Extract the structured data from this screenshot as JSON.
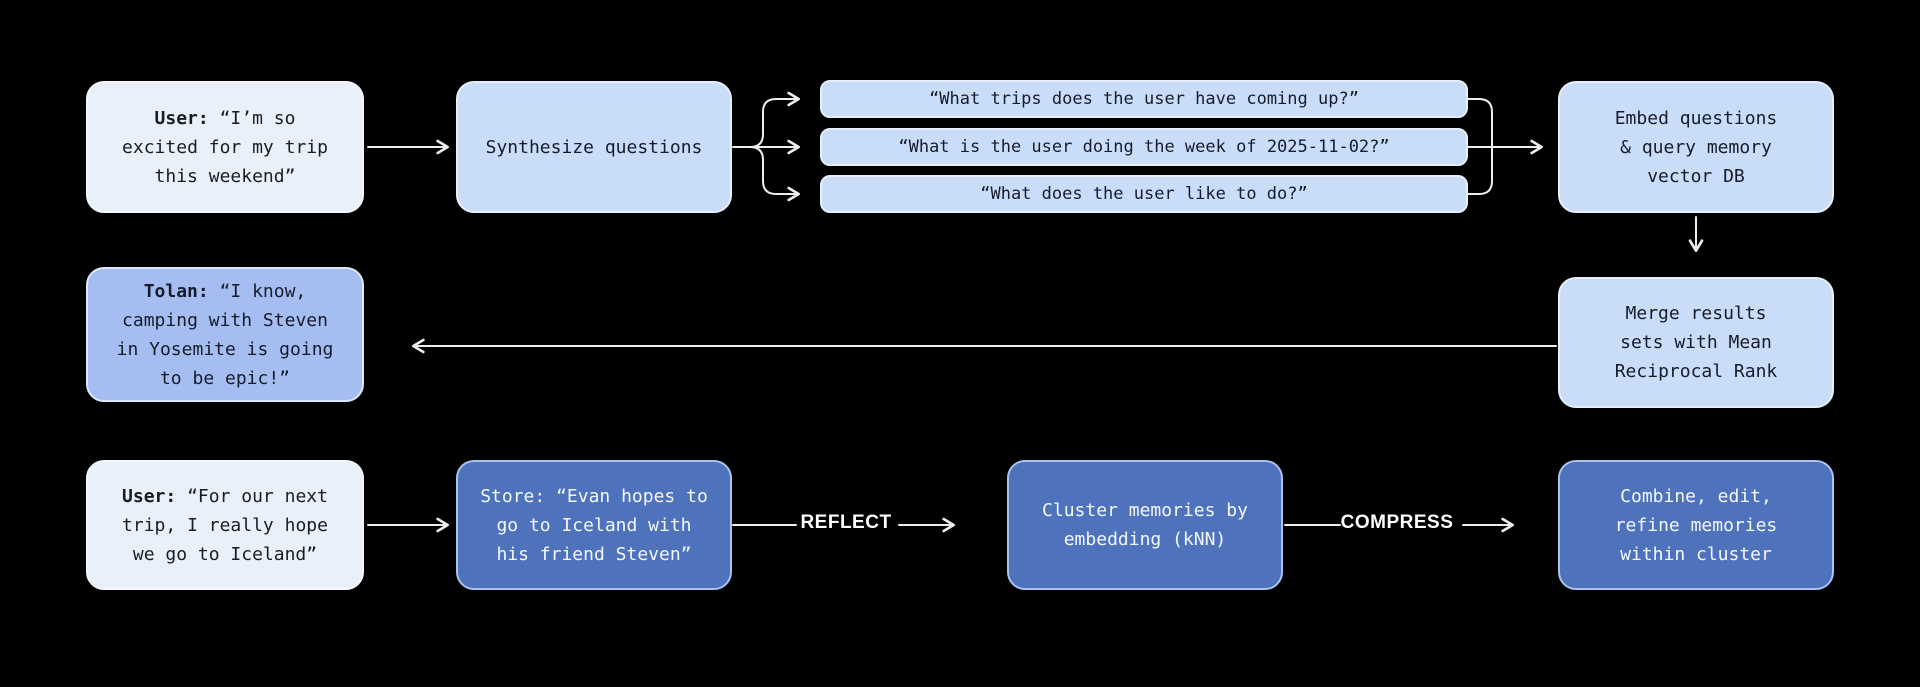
{
  "diagram": {
    "background": "#000000",
    "palette": {
      "box_light": "#e9f0fa",
      "box_blue": "#c9dcf8",
      "box_periwinkle": "#a6bdf2",
      "box_dark_blue": "#4e72bc",
      "box_dark_border": "#a9c2ef",
      "arrow": "#ededed",
      "text_dark": "#171c2b",
      "text_light": "#f4f8ff"
    },
    "nodes": {
      "user_msg_1": {
        "prefix": "User:",
        "text": " “I’m so\nexcited for my trip\nthis weekend”"
      },
      "synthesize": {
        "prefix": "",
        "text": "Synthesize questions"
      },
      "questions": [
        "“What trips does the user have coming up?”",
        "“What is the user doing the week of 2025-11-02?”",
        "“What does the user like to do?”"
      ],
      "embed": {
        "prefix": "",
        "text": "Embed questions\n& query memory\nvector DB"
      },
      "tolan_reply": {
        "prefix": "Tolan:",
        "text": " “I know,\ncamping with Steven\nin Yosemite is going\nto be epic!”"
      },
      "merge": {
        "prefix": "",
        "text": "Merge results\nsets with Mean\nReciprocal Rank"
      },
      "user_msg_2": {
        "prefix": "User:",
        "text": " “For our next\ntrip, I really hope\nwe go to Iceland”"
      },
      "store": {
        "prefix": "",
        "text": "Store: “Evan hopes to\ngo to Iceland with\nhis friend Steven”"
      },
      "cluster": {
        "prefix": "",
        "text": "Cluster memories by\nembedding (kNN)"
      },
      "combine": {
        "prefix": "",
        "text": "Combine, edit,\nrefine memories\nwithin cluster"
      }
    },
    "edge_labels": {
      "reflect": "REFLECT",
      "compress": "COMPRESS"
    }
  }
}
